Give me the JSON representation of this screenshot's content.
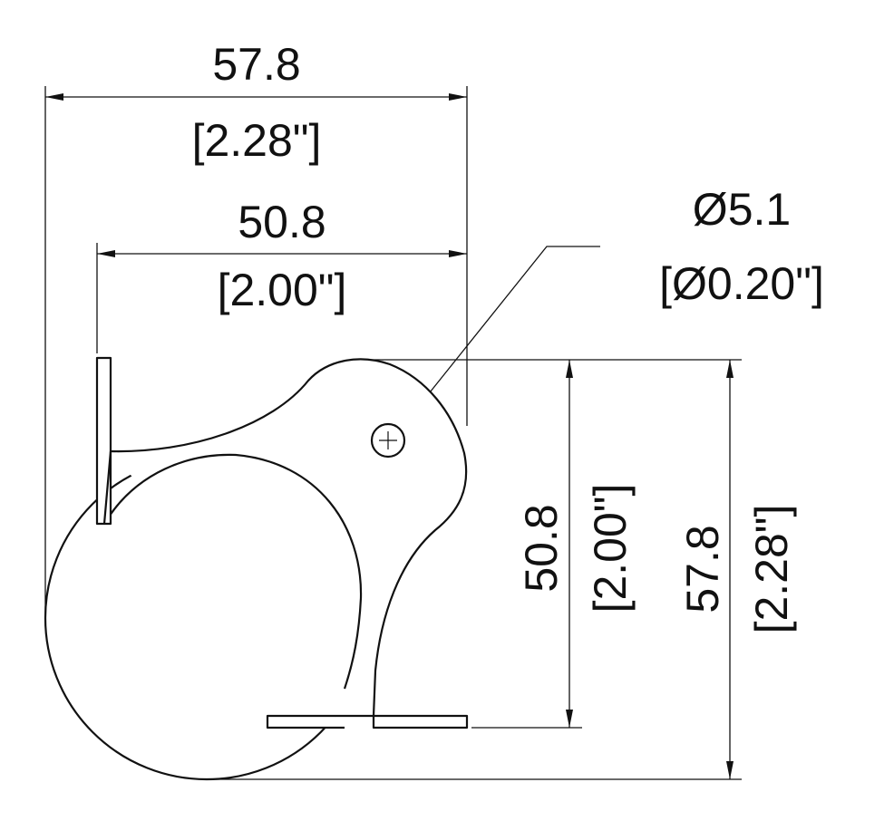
{
  "diagram": {
    "title": "Ball corner dimensions",
    "overall_width": {
      "mm": "57.8",
      "in": "[2.28\"]"
    },
    "mount_width": {
      "mm": "50.8",
      "in": "[2.00\"]"
    },
    "hole_diameter": {
      "mm": "Ø5.1",
      "in": "[Ø0.20\"]"
    },
    "mount_height": {
      "mm": "50.8",
      "in": "[2.00\"]"
    },
    "overall_height": {
      "mm": "57.8",
      "in": "[2.28\"]"
    },
    "colors": {
      "line": "#111111",
      "background": "#ffffff"
    }
  }
}
